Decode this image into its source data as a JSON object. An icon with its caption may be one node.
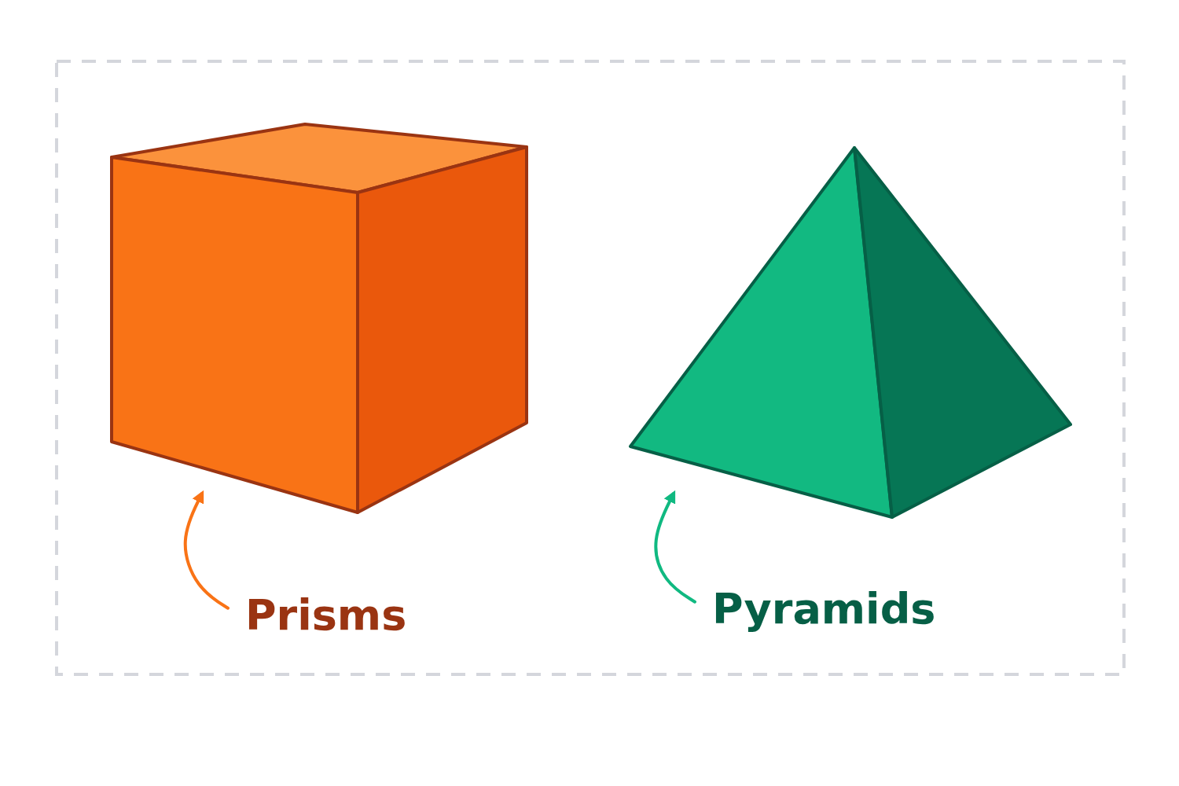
{
  "diagram": {
    "nodes": [
      {
        "text": [],
        "shape": "cube"
      },
      {
        "text": [],
        "shape": "pyramid"
      },
      {
        "text": [
          "Prisms"
        ]
      },
      {
        "text": [
          "Pyramids"
        ]
      }
    ],
    "edges": [
      {
        "from": 2,
        "to": 0,
        "arrow": "to",
        "color": "#f97316"
      },
      {
        "from": 3,
        "to": 1,
        "arrow": "to",
        "color": "#10b981"
      }
    ]
  }
}
